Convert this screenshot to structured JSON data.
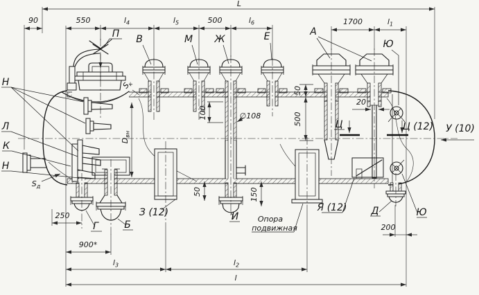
{
  "dims": {
    "L": "L",
    "d90": "90",
    "d550": "550",
    "d500_top": "500",
    "d1700": "1700",
    "l1": {
      "b": "l",
      "s": "1"
    },
    "l2": {
      "b": "l",
      "s": "2"
    },
    "l3": {
      "b": "l",
      "s": "3"
    },
    "l4": {
      "b": "l",
      "s": "4"
    },
    "l5": {
      "b": "l",
      "s": "5"
    },
    "l6": {
      "b": "l",
      "s": "6"
    },
    "l_total": "l",
    "d100": "100",
    "dia108": "∅108",
    "d50_upper": "50",
    "d500_right": "500",
    "d20": "20",
    "d250": "250",
    "d50_lower": "50",
    "d150": "150",
    "d900": "900*",
    "d200": "200"
  },
  "labels": {
    "P": "П",
    "V": "В",
    "M": "М",
    "Zh": "Ж",
    "E": "Е",
    "A": "А",
    "Yu_top": "Ю",
    "Yu_bottom": "Ю",
    "N_upper": "Н",
    "L_side": "Л",
    "K": "К",
    "N_lower": "Н",
    "G": "Г",
    "B": "Б",
    "Z12": "З (12)",
    "I": "И",
    "Ya12": "Я (12)",
    "D": "Д",
    "Ts": "Ц",
    "Ts12": "Ц (12)",
    "U10": "У (10)"
  },
  "params": {
    "Sk": {
      "b": "S",
      "s": "к"
    },
    "Dvn": {
      "b": "D",
      "s": "вн"
    },
    "Sd": {
      "b": "S",
      "s": "д"
    }
  },
  "notes": {
    "support_line1": "Опора",
    "support_line2": "подвижная"
  }
}
